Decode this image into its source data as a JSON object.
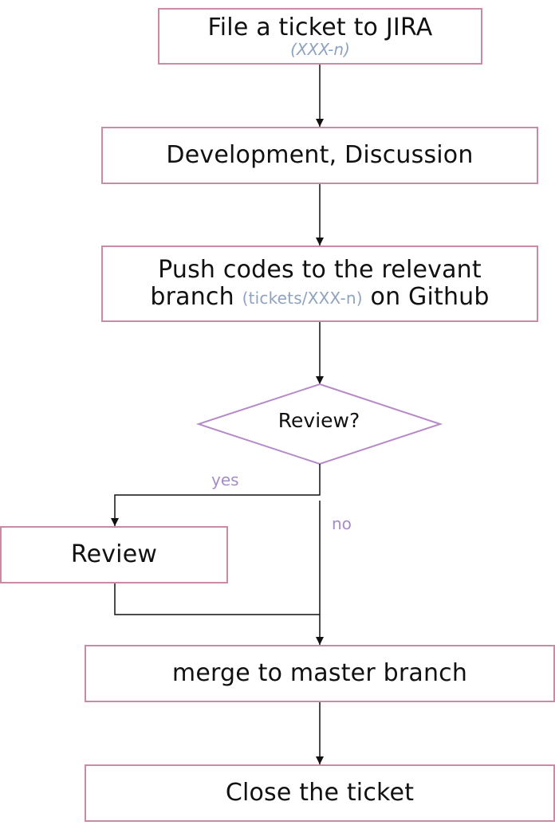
{
  "steps": {
    "file_ticket": {
      "label": "File a ticket to JIRA",
      "note": "(XXX-n)"
    },
    "development": {
      "label": "Development, Discussion"
    },
    "push_codes": {
      "line1": "Push codes to the relevant",
      "line2_before": "branch",
      "line2_note": "(tickets/XXX-n)",
      "line2_after": "on Github"
    },
    "decision": {
      "label": "Review?"
    },
    "review": {
      "label": "Review"
    },
    "merge": {
      "label": "merge to master branch"
    },
    "close": {
      "label": "Close the ticket"
    }
  },
  "edges": {
    "yes_label": "yes",
    "no_label": "no"
  },
  "colors": {
    "box_border": "#c98aa6",
    "decision_border": "#b58ac8",
    "annotation_text": "#8ea3c0",
    "edge_label_text": "#a68cc7",
    "line": "#111111"
  }
}
